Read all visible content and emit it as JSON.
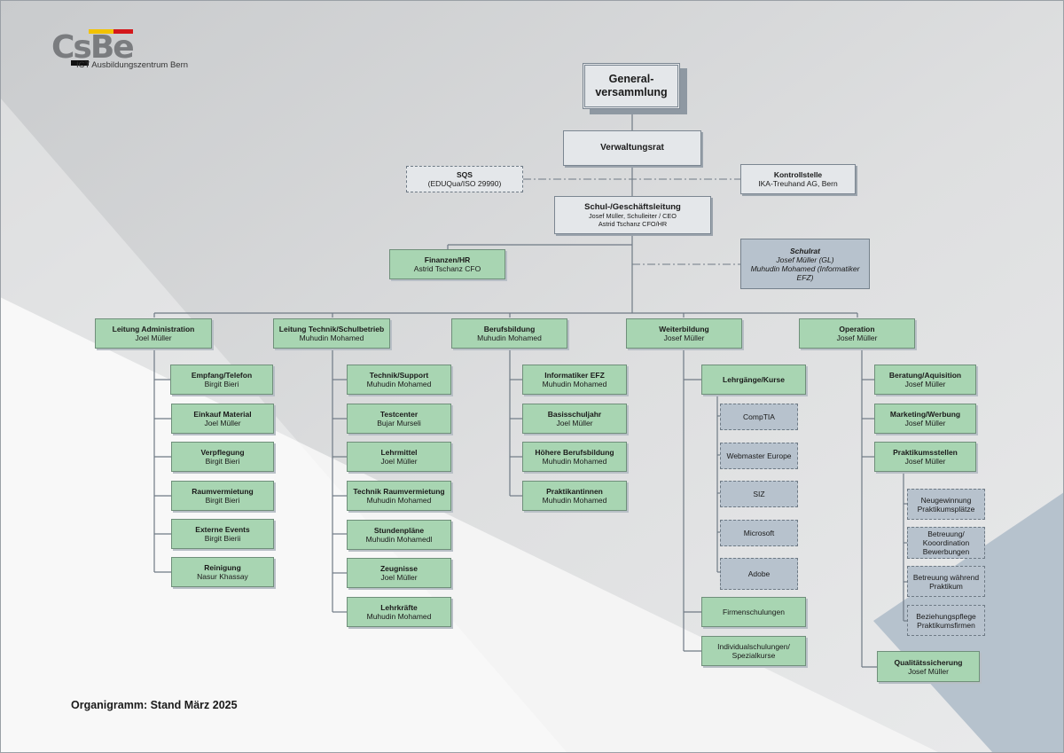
{
  "logo": {
    "brand": "CsBe",
    "tagline": "ICT Ausbildungszentrum Bern",
    "colors": {
      "gray": "#7a7c7f",
      "black": "#111111",
      "yellow": "#f2c200",
      "red": "#d4181b"
    }
  },
  "colors": {
    "box_green": "#a8d5b2",
    "box_grey": "#e4e7ea",
    "box_blue": "#b7c2cd",
    "line": "#6f7a85"
  },
  "top": {
    "gv": {
      "line1": "General-",
      "line2": "versammlung"
    },
    "vr": {
      "title": "Verwaltungsrat"
    },
    "sqs": {
      "title": "SQS",
      "sub": "(EDUQua/ISO 29990)"
    },
    "kontroll": {
      "title": "Kontrollstelle",
      "sub": "IKA-Treuhand AG, Bern"
    },
    "gl": {
      "title": "Schul-/Geschäftsleitung",
      "sub1": "Josef Müller, Schulleiter / CEO",
      "sub2": "Astrid Tschanz CFO/HR"
    },
    "finanzen": {
      "title": "Finanzen/HR",
      "sub": "Astrid Tschanz CFO"
    },
    "schulrat": {
      "title": "Schulrat",
      "sub1": "Josef Müller (GL)",
      "sub2": "Muhudin Mohamed  (Informatiker EFZ)"
    }
  },
  "departments": [
    {
      "title": "Leitung Administration",
      "name": "Joel Müller",
      "items": [
        {
          "title": "Empfang/Telefon",
          "name": "Birgit Bieri"
        },
        {
          "title": "Einkauf Material",
          "name": "Joel Müller"
        },
        {
          "title": "Verpflegung",
          "name": "Birgit Bieri"
        },
        {
          "title": "Raumvermietung",
          "name": "Birgit Bieri"
        },
        {
          "title": "Externe Events",
          "name": "Birgit Bierii"
        },
        {
          "title": "Reinigung",
          "name": "Nasur Khassay"
        }
      ]
    },
    {
      "title": "Leitung Technik/Schulbetrieb",
      "name": "Muhudin Mohamed",
      "items": [
        {
          "title": "Technik/Support",
          "name": "Muhudin Mohamed"
        },
        {
          "title": "Testcenter",
          "name": "Bujar Murseli"
        },
        {
          "title": "Lehrmittel",
          "name": "Joel Müller"
        },
        {
          "title": "Technik Raumvermietung",
          "name": "Muhudin Mohamed"
        },
        {
          "title": "Stundenpläne",
          "name": "Muhudin Mohamedl"
        },
        {
          "title": "Zeugnisse",
          "name": "Joel Müller"
        },
        {
          "title": "Lehrkräfte",
          "name": "Muhudin Mohamed"
        }
      ]
    },
    {
      "title": "Berufsbildung",
      "name": "Muhudin Mohamed",
      "items": [
        {
          "title": "Informatiker EFZ",
          "name": "Muhudin Mohamed"
        },
        {
          "title": "Basisschuljahr",
          "name": "Joel Müller"
        },
        {
          "title": "Höhere Berufsbildung",
          "name": "Muhudin Mohamed"
        },
        {
          "title": "Praktikantinnen",
          "name": "Muhudin Mohamed"
        }
      ]
    },
    {
      "title": "Weiterbildung",
      "name": "Josef Müller",
      "lehrgaenge": "Lehrgänge/Kurse",
      "courses": [
        "CompTIA",
        "Webmaster Europe",
        "SIZ",
        "Microsoft",
        "Adobe"
      ],
      "firmen": "Firmenschulungen",
      "indiv1": "Individualschulungen/",
      "indiv2": "Spezialkurse"
    },
    {
      "title": "Operation",
      "name": "Josef Müller",
      "items": [
        {
          "title": "Beratung/Aquisition",
          "name": "Josef Müller"
        },
        {
          "title": "Marketing/Werbung",
          "name": "Josef Müller"
        },
        {
          "title": "Praktikumsstellen",
          "name": "Josef Müller"
        }
      ],
      "praktikum": [
        [
          "Neugewinnung",
          "Praktikumsplätze"
        ],
        [
          "Betreuung/",
          "Kooordination",
          "Bewerbungen"
        ],
        [
          "Betreuung während",
          "Praktikum"
        ],
        [
          "Beziehungspflege",
          "Praktikumsfirmen"
        ]
      ],
      "qs": {
        "title": "Qualitätssicherung",
        "name": "Josef Müller"
      }
    }
  ],
  "footer": "Organigramm: Stand März 2025"
}
